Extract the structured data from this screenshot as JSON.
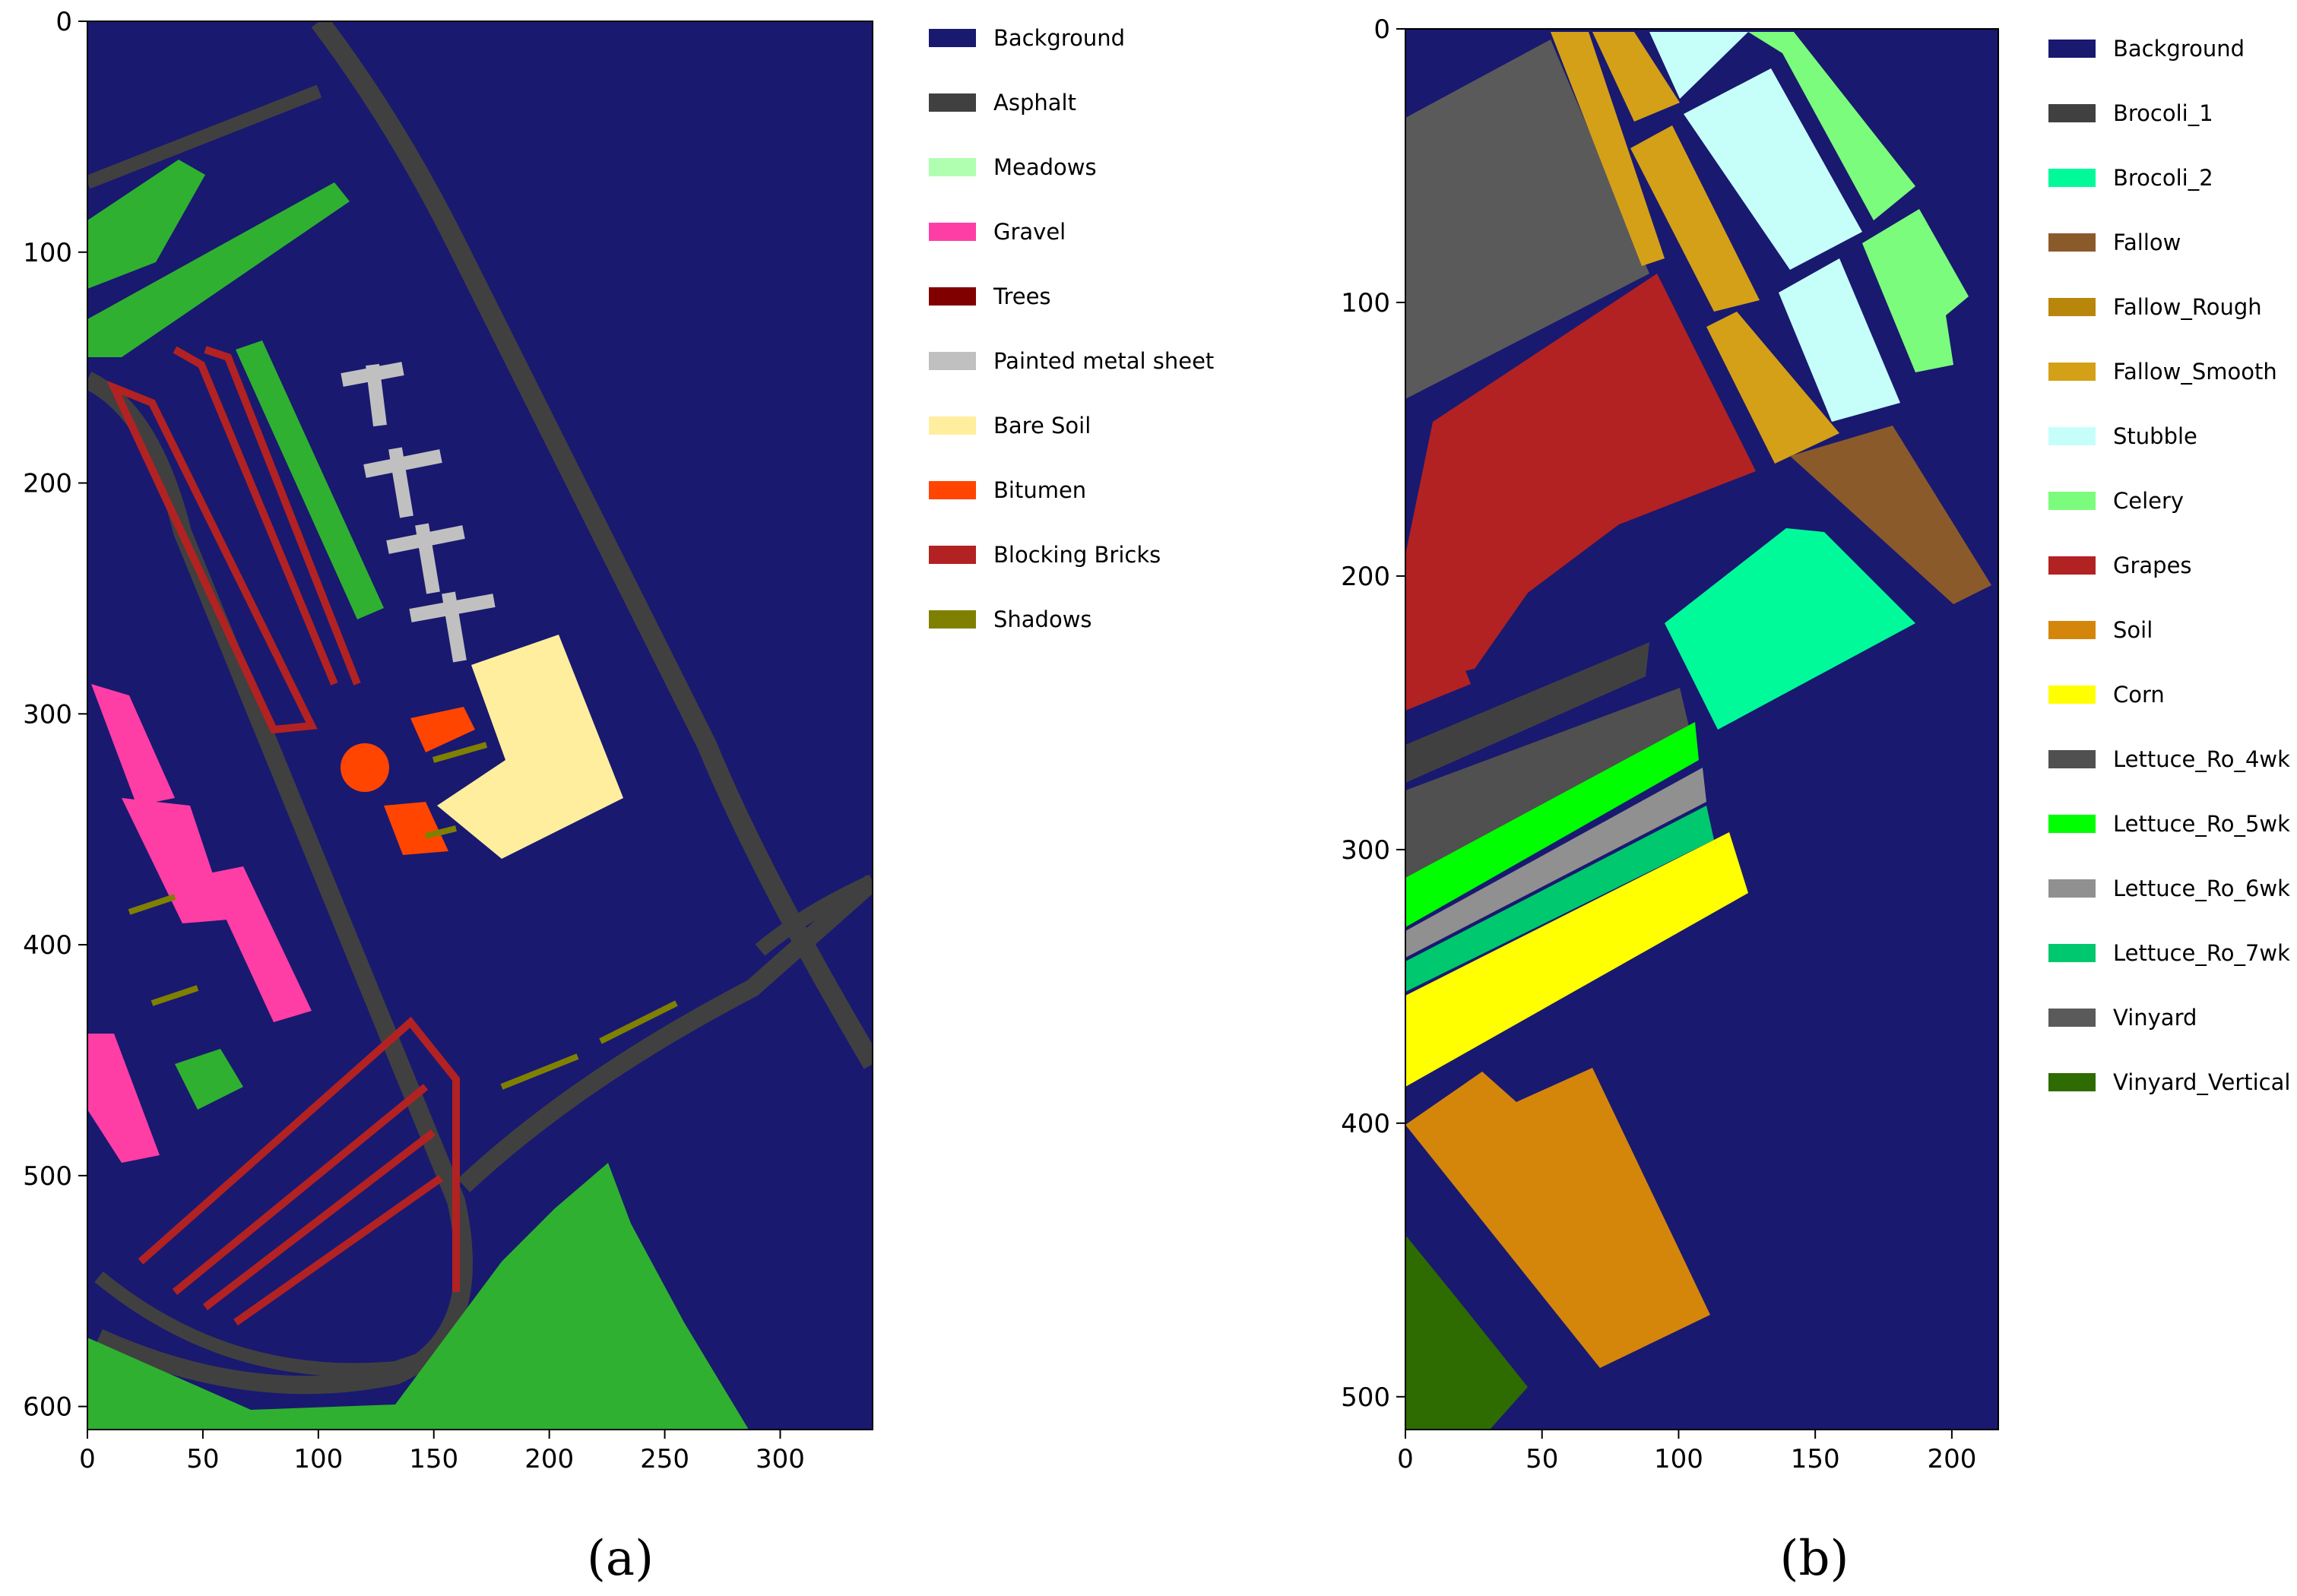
{
  "figure": {
    "panels": [
      "(a)",
      "(b)"
    ]
  },
  "chart_data": [
    {
      "type": "heatmap",
      "panel_label": "(a)",
      "xlim": [
        0,
        340
      ],
      "ylim": [
        610,
        0
      ],
      "x_ticks": [
        0,
        50,
        100,
        150,
        200,
        250,
        300
      ],
      "y_ticks": [
        0,
        100,
        200,
        300,
        400,
        500,
        600
      ],
      "background_color": "#191970",
      "legend": [
        {
          "label": "Background",
          "color": "#191970"
        },
        {
          "label": "Asphalt",
          "color": "#404040"
        },
        {
          "label": "Meadows",
          "color": "#b0ffb0"
        },
        {
          "label": "Gravel",
          "color": "#ff3ea5"
        },
        {
          "label": "Trees",
          "color": "#800000"
        },
        {
          "label": "Painted metal sheet",
          "color": "#c0c0c0"
        },
        {
          "label": "Bare Soil",
          "color": "#ffee9e"
        },
        {
          "label": "Bitumen",
          "color": "#ff4500"
        },
        {
          "label": "Blocking Bricks",
          "color": "#b22222"
        },
        {
          "label": "Shadows",
          "color": "#808000"
        }
      ]
    },
    {
      "type": "heatmap",
      "panel_label": "(b)",
      "xlim": [
        0,
        217
      ],
      "ylim": [
        512,
        0
      ],
      "x_ticks": [
        0,
        50,
        100,
        150,
        200
      ],
      "y_ticks": [
        0,
        100,
        200,
        300,
        400,
        500
      ],
      "background_color": "#191970",
      "legend": [
        {
          "label": "Background",
          "color": "#191970"
        },
        {
          "label": "Brocoli_1",
          "color": "#404040"
        },
        {
          "label": "Brocoli_2",
          "color": "#00fa9a"
        },
        {
          "label": "Fallow",
          "color": "#8b5a2b"
        },
        {
          "label": "Fallow_Rough",
          "color": "#b8860b"
        },
        {
          "label": "Fallow_Smooth",
          "color": "#d4a017"
        },
        {
          "label": "Stubble",
          "color": "#c6fffa"
        },
        {
          "label": "Celery",
          "color": "#7cfc7c"
        },
        {
          "label": "Grapes",
          "color": "#b22222"
        },
        {
          "label": "Soil",
          "color": "#d4860b"
        },
        {
          "label": "Corn",
          "color": "#ffff00"
        },
        {
          "label": "Lettuce_Ro_4wk",
          "color": "#505050"
        },
        {
          "label": "Lettuce_Ro_5wk",
          "color": "#00ff00"
        },
        {
          "label": "Lettuce_Ro_6wk",
          "color": "#909090"
        },
        {
          "label": "Lettuce_Ro_7wk",
          "color": "#00c86e"
        },
        {
          "label": "Vinyard",
          "color": "#5a5a5a"
        },
        {
          "label": "Vinyard_Vertical",
          "color": "#2e6b00"
        }
      ]
    }
  ]
}
